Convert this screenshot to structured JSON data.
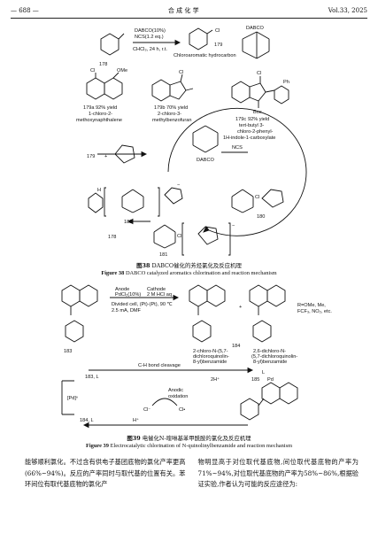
{
  "header": {
    "page": "— 688 —",
    "journal": "合 成 化 学",
    "volume": "Vol.33, 2025"
  },
  "scheme38": {
    "substrate": "178",
    "conditions": [
      "DABCO(10%)",
      "NCS(1.2 eq.)",
      "CHCl₃, 24 h, r.t."
    ],
    "product_label": "Chloroaromatic hydrocarbon",
    "product_id": "179",
    "catalyst": "DABCO",
    "examples": [
      {
        "id": "179a",
        "yield": "92% yield",
        "name1": "1-chloro-2-",
        "name2": "methoxynaphthalene",
        "sub1": "Cl",
        "sub2": "OMe"
      },
      {
        "id": "179b",
        "yield": "70% yield",
        "name1": "2-chloro-3-",
        "name2": "methylbenzofuran",
        "sub1": "Cl"
      },
      {
        "id": "179c",
        "yield": "92% yield",
        "name1": "tert-butyl 3-",
        "name2": "chloro-2-phenyl-",
        "name3": "1H-indole-1-carboxylate",
        "sub1": "Cl",
        "sub2": "Ph",
        "sub3": "Boc"
      }
    ],
    "cycle": {
      "in_left": "179",
      "ncs": "NCS",
      "cat": "DABCO",
      "int1": "180",
      "int2": "181",
      "int3": "182",
      "sm": "178",
      "h": "H",
      "cl": "Cl",
      "minus": "−",
      "plus": "+",
      "n": "N",
      "o": "O"
    }
  },
  "caption38": {
    "cn_label": "图38",
    "cn_text": "DABCO催化的芳烃氯化及反应机理",
    "en_label": "Figure 38",
    "en_text": "DABCO catalyzed aromatics chlorination and reaction mechanism"
  },
  "scheme39": {
    "substrate": "183",
    "anode": [
      "Anode",
      "PdCl₂(10%)"
    ],
    "cathode": [
      "Cathode",
      "2 M HCl aq"
    ],
    "cell": [
      "Divided cell, (Pt)-(Pt), 90 ℃",
      "2.5 mA, DMF"
    ],
    "prod1_id": "",
    "prod1_name": [
      "2-chloro-N-(5,7-",
      "dichloroquinolin-",
      "8-yl)benzamide"
    ],
    "prod2_id": "184",
    "prod2_name": [
      "2,6-dichloro-N-",
      "(5,7-dichloroquinolin-",
      "8-yl)benzamide"
    ],
    "r_groups": [
      "R=OMe, Me,",
      "FCF₃, NO₂, etc."
    ],
    "mech": {
      "pd": "[Pd]ⁿ",
      "ch": "C-H bond cleavage",
      "s183": "183, L",
      "s184": "184, L",
      "two_h": "2H⁺",
      "anodic": [
        "Anodic",
        "oxidation"
      ],
      "cl_minus": "Cl⁻",
      "cl_rad": "Cl•",
      "hplus": "H⁺",
      "cmpd": "185",
      "pd_label": "Pd",
      "l_label": "L"
    }
  },
  "caption39": {
    "cn_label": "图39",
    "cn_text": "电催化N-喹啉基苯甲酰胺的氯化及反应机理",
    "en_label": "Figure 39",
    "en_text": "Electrocatalytic chlorination of N-quinolinylbenzamide and reaction mechanism"
  },
  "body": {
    "left": "能够顺利氯化。不过含有供电子基团底物的氯化产率更高(66%~94%)。反应的产率同时与取代基的位置有关。苯环间位有取代基底物的氯化产",
    "right": "物明显高于对位取代基底物,间位取代基底物的产率为71%~94%,对位取代基底物的产率为58%~86%,根据验证实验,作者认为可能的反应途径为:"
  }
}
